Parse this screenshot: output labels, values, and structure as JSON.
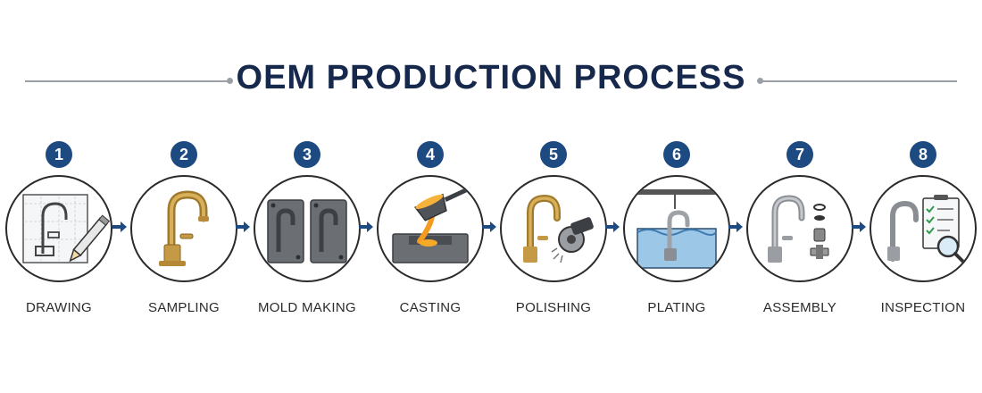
{
  "title": "OEM PRODUCTION PROCESS",
  "colors": {
    "accent": "#1e4a82",
    "title": "#16284b",
    "outline": "#2b2b2b"
  },
  "steps": [
    {
      "number": "1",
      "label": "DRAWING",
      "icon": "blueprint-pencil-icon"
    },
    {
      "number": "2",
      "label": "SAMPLING",
      "icon": "brass-faucet-icon"
    },
    {
      "number": "3",
      "label": "MOLD MAKING",
      "icon": "mold-icon"
    },
    {
      "number": "4",
      "label": "CASTING",
      "icon": "ladle-pour-icon"
    },
    {
      "number": "5",
      "label": "POLISHING",
      "icon": "polishing-wheel-icon"
    },
    {
      "number": "6",
      "label": "PLATING",
      "icon": "plating-tank-icon"
    },
    {
      "number": "7",
      "label": "ASSEMBLY",
      "icon": "faucet-parts-icon"
    },
    {
      "number": "8",
      "label": "INSPECTION",
      "icon": "checklist-magnifier-icon"
    }
  ]
}
